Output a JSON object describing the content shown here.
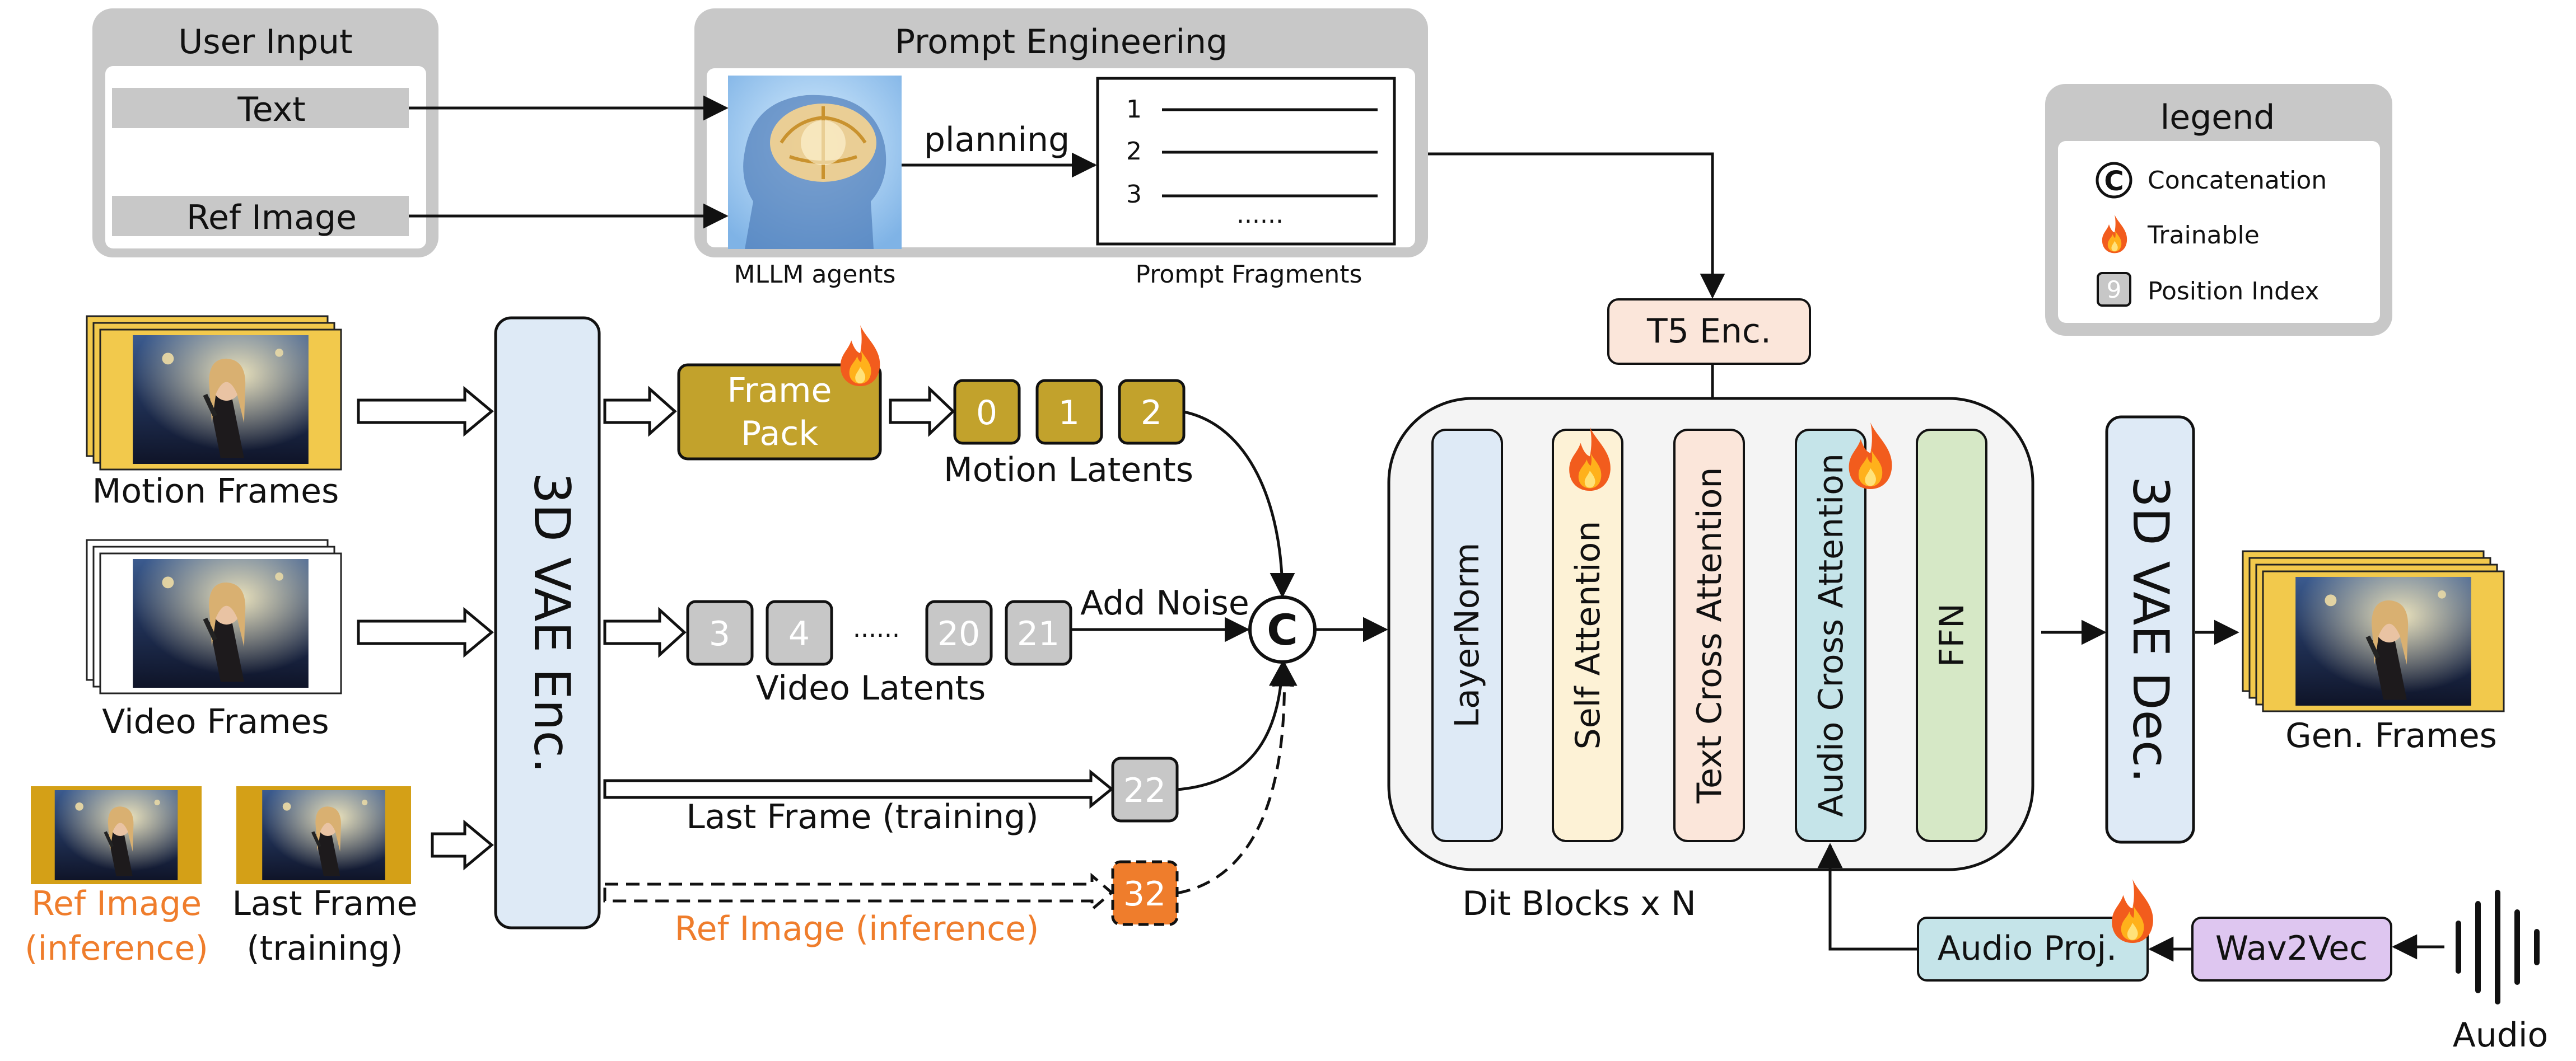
{
  "user_input": {
    "title": "User Input",
    "text_label": "Text",
    "ref_image_label": "Ref Image"
  },
  "prompt_engineering": {
    "title": "Prompt Engineering",
    "planning_label": "planning",
    "mllm_caption": "MLLM agents",
    "fragments_caption": "Prompt Fragments",
    "fragment_numbers": [
      "1",
      "2",
      "3"
    ],
    "fragment_ellipsis": "......"
  },
  "legend": {
    "title": "legend",
    "concat_symbol": "C",
    "concat_label": "Concatenation",
    "trainable_label": "Trainable",
    "position_sample": "9",
    "position_label": "Position Index"
  },
  "inputs": {
    "motion_frames": "Motion Frames",
    "video_frames": "Video Frames",
    "ref_image_line1": "Ref Image",
    "ref_image_line2": "(inference)",
    "last_frame_line1": "Last Frame",
    "last_frame_line2": "(training)"
  },
  "vae_enc": "3D VAE Enc.",
  "frame_pack": {
    "line1": "Frame",
    "line2": "Pack"
  },
  "motion_latents": {
    "indices": [
      "0",
      "1",
      "2"
    ],
    "label": "Motion Latents"
  },
  "video_latents": {
    "indices": [
      "3",
      "4",
      "20",
      "21"
    ],
    "ellipsis": "......",
    "label": "Video Latents"
  },
  "add_noise": "Add Noise",
  "concat_symbol": "C",
  "last_frame_path": {
    "label": "Last Frame (training)",
    "index": "22"
  },
  "ref_image_path": {
    "label": "Ref Image (inference)",
    "index": "32"
  },
  "t5_enc": "T5 Enc.",
  "dit_blocks": {
    "caption": "Dit Blocks x N",
    "layers": [
      "LayerNorm",
      "Self Attention",
      "Text Cross Attention",
      "Audio Cross Attention",
      "FFN"
    ]
  },
  "vae_dec": "3D VAE Dec.",
  "gen_frames": "Gen. Frames",
  "audio": {
    "proj": "Audio Proj.",
    "wav2vec": "Wav2Vec",
    "label": "Audio"
  },
  "colors": {
    "motion_latent": "#c2a22c",
    "video_latent": "#c7c7c7",
    "ref_latent": "#ef7d2c",
    "vae_block": "#deeaf6",
    "t5_block": "#fbe6da",
    "layernorm": "#deeaf6",
    "self_attention": "#fdf2d6",
    "text_cross_attention": "#fbe6da",
    "audio_cross_attention": "#c5e4e9",
    "ffn": "#d6e8c6",
    "audio_proj": "#c5e4e9",
    "wav2vec": "#dec6f0",
    "panel_grey": "#c8c8c8",
    "orange_text": "#ef7d2c"
  }
}
